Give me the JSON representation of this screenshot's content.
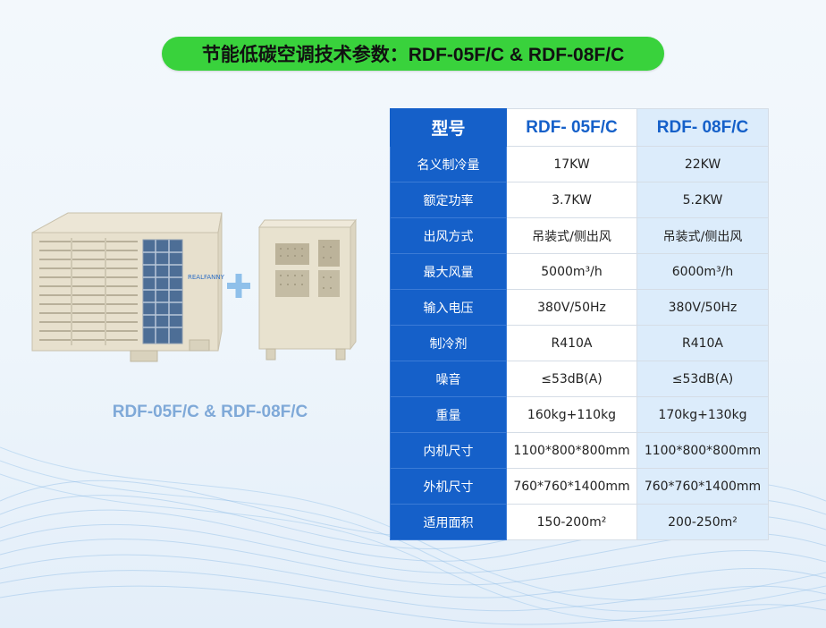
{
  "title": "节能低碳空调技术参数：RDF-05F/C & RDF-08F/C",
  "product_caption": "RDF-05F/C & RDF-08F/C",
  "brand_logo_text": "REALFANNY",
  "colors": {
    "title_pill": "#39d23c",
    "table_label_bg": "#1560c9",
    "model_header_text": "#1560c9",
    "column2_bg": "#dcecfb",
    "caption": "#7fa9d8",
    "plus_sign": "#8fc0ea"
  },
  "table": {
    "header": {
      "label": "型号",
      "model1": "RDF- 05F/C",
      "model2": "RDF- 08F/C"
    },
    "rows": [
      {
        "label": "名义制冷量",
        "v1": "17KW",
        "v2": "22KW"
      },
      {
        "label": "额定功率",
        "v1": "3.7KW",
        "v2": "5.2KW"
      },
      {
        "label": "出风方式",
        "v1": "吊装式/侧出风",
        "v2": "吊装式/侧出风"
      },
      {
        "label": "最大风量",
        "v1": "5000m³/h",
        "v2": "6000m³/h"
      },
      {
        "label": "输入电压",
        "v1": "380V/50Hz",
        "v2": "380V/50Hz"
      },
      {
        "label": "制冷剂",
        "v1": "R410A",
        "v2": "R410A"
      },
      {
        "label": "噪音",
        "v1": "≤53dB(A)",
        "v2": "≤53dB(A)"
      },
      {
        "label": "重量",
        "v1": "160kg+110kg",
        "v2": "170kg+130kg"
      },
      {
        "label": "内机尺寸",
        "v1": "1100*800*800mm",
        "v2": "1100*800*800mm"
      },
      {
        "label": "外机尺寸",
        "v1": "760*760*1400mm",
        "v2": "760*760*1400mm"
      },
      {
        "label": "适用面积",
        "v1": "150-200m²",
        "v2": "200-250m²"
      }
    ]
  }
}
